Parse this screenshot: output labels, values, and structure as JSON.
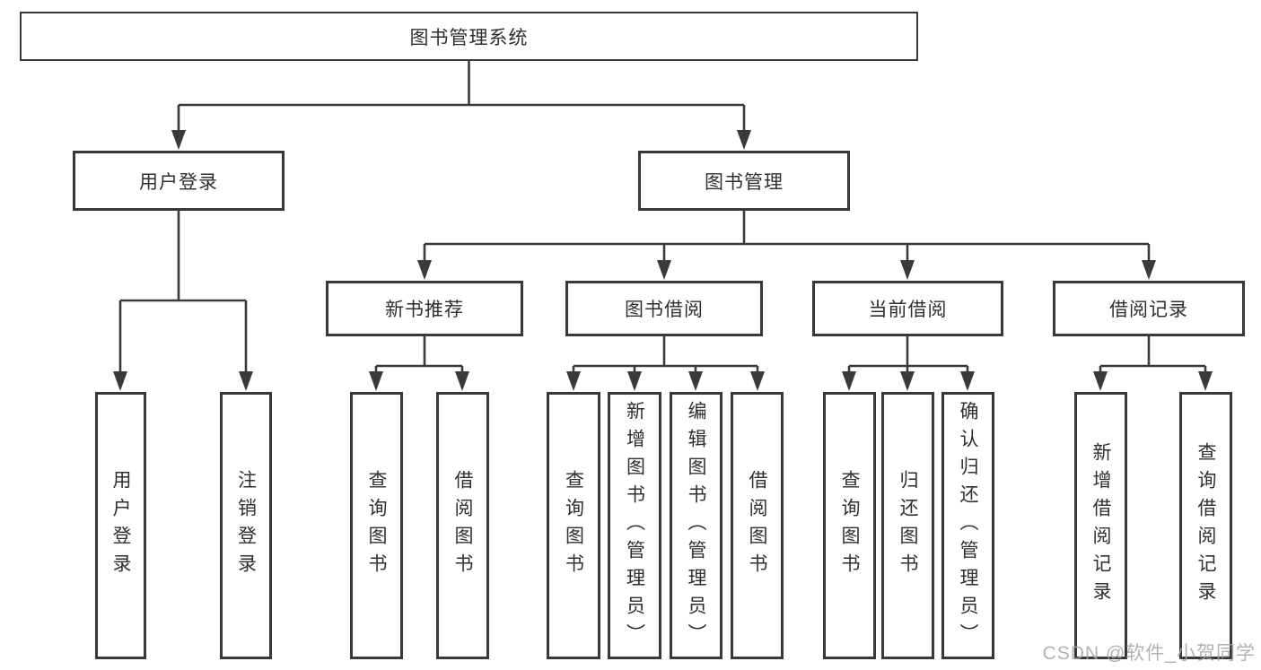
{
  "tree": {
    "root": "图书管理系统",
    "branches": [
      {
        "label": "用户登录",
        "leaves": [
          "用户登录",
          "注销登录"
        ]
      },
      {
        "label": "图书管理",
        "groups": [
          {
            "label": "新书推荐",
            "leaves": [
              "查询图书",
              "借阅图书"
            ]
          },
          {
            "label": "图书借阅",
            "leaves": [
              "查询图书",
              "新增图书（管理员）",
              "编辑图书（管理员）",
              "借阅图书"
            ]
          },
          {
            "label": "当前借阅",
            "leaves": [
              "查询图书",
              "归还图书",
              "确认归还（管理员）"
            ]
          },
          {
            "label": "借阅记录",
            "leaves": [
              "新增借阅记录",
              "查询借阅记录"
            ]
          }
        ]
      }
    ]
  },
  "watermark": "CSDN @软件_小贺同学",
  "colors": {
    "line": "#3a3a3a",
    "box_border": "#383838",
    "text": "#2f2f2f",
    "background": "#ffffff",
    "watermark": "#a5a5a5"
  }
}
